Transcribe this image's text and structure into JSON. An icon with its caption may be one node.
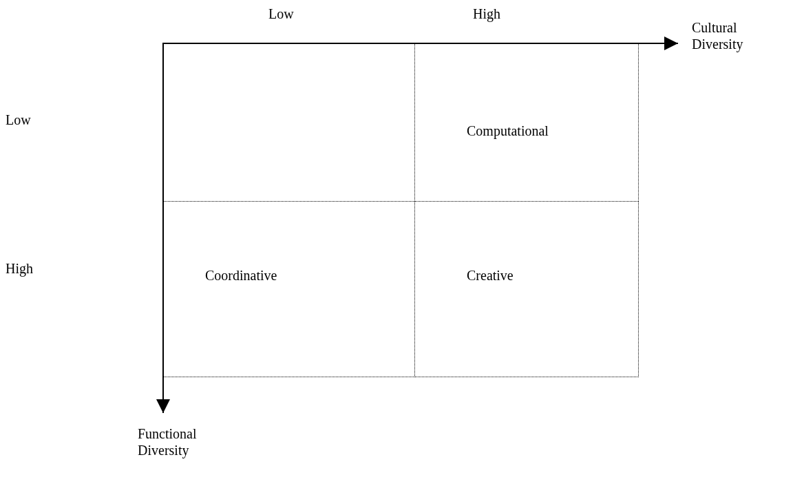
{
  "diagram": {
    "nodes": [
      {
        "text": [],
        "shape": "box"
      },
      {
        "text": [
          "Computational"
        ]
      },
      {
        "text": [
          "Coordinative"
        ]
      },
      {
        "text": [
          "Creative"
        ]
      }
    ],
    "labels": [
      "Low",
      "High",
      "Cultural Diversity",
      "Low",
      "High",
      "Functional Diversity"
    ]
  }
}
